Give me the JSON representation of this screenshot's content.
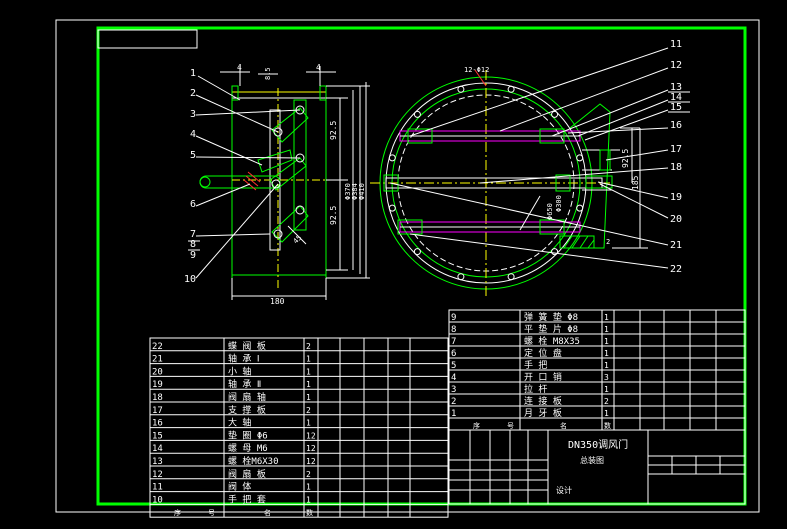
{
  "palette": {
    "background": "#000000",
    "border": "#00ff00",
    "lines": "#ffffff",
    "accent_yellow": "#ffff00",
    "accent_magenta": "#ff00ff",
    "accent_red": "#ff3030",
    "accent_green": "#00ff00"
  },
  "drawing": {
    "title": "DN350调风门",
    "subtitle": "总装图",
    "designer_label": "设计"
  },
  "side_view": {
    "dims": {
      "top_left": "4",
      "top_right": "4",
      "top_small": "8.5",
      "right_92_5_top": "92.5",
      "right_92_5_bot": "92.5",
      "dia_1": "Φ370",
      "dia_2": "Φ384",
      "dia_3": "Φ410",
      "bottom_width": "180",
      "angle": "45"
    }
  },
  "front_view": {
    "top_holes": "12-Φ12",
    "dim_92_5": "92.5",
    "dim_185": "185",
    "dim_650": "Φ650",
    "dim_300": "Φ300",
    "dim_2": "2"
  },
  "callouts_left": [
    "1",
    "2",
    "3",
    "4",
    "5",
    "6",
    "7",
    "8",
    "9",
    "10"
  ],
  "callouts_right": [
    "11",
    "12",
    "13",
    "14",
    "15",
    "16",
    "17",
    "18",
    "19",
    "20",
    "21",
    "22"
  ],
  "bom_left": {
    "rows": [
      {
        "no": "22",
        "name": "蝶 阀 板",
        "qty": "2"
      },
      {
        "no": "21",
        "name": "轴 承 Ⅰ",
        "qty": "1"
      },
      {
        "no": "20",
        "name": "小 轴",
        "qty": "1"
      },
      {
        "no": "19",
        "name": "轴 承 Ⅱ",
        "qty": "1"
      },
      {
        "no": "18",
        "name": "阀 扇 轴",
        "qty": "1"
      },
      {
        "no": "17",
        "name": "支 撑 板",
        "qty": "2"
      },
      {
        "no": "16",
        "name": "大 轴",
        "qty": "1"
      },
      {
        "no": "15",
        "name": "垫 圈 Φ6",
        "qty": "12"
      },
      {
        "no": "14",
        "name": "螺 母 M6",
        "qty": "12"
      },
      {
        "no": "13",
        "name": "螺 栓M6X30",
        "qty": "12"
      },
      {
        "no": "12",
        "name": "阀 扇 板",
        "qty": "2"
      },
      {
        "no": "11",
        "name": "阀 体",
        "qty": "1"
      },
      {
        "no": "10",
        "name": "手 把 套",
        "qty": "1"
      }
    ],
    "header": {
      "no": "序",
      "code": "号",
      "name": "名",
      "qty": "数"
    }
  },
  "bom_right": {
    "rows": [
      {
        "no": "9",
        "name": "弹 簧 垫 Φ8",
        "qty": "1"
      },
      {
        "no": "8",
        "name": "平 垫 片 Φ8",
        "qty": "1"
      },
      {
        "no": "7",
        "name": "螺 栓 M8X35",
        "qty": "1"
      },
      {
        "no": "6",
        "name": "定 位 盘",
        "qty": "1"
      },
      {
        "no": "5",
        "name": "手 把",
        "qty": "1"
      },
      {
        "no": "4",
        "name": "开 口 销",
        "qty": "3"
      },
      {
        "no": "3",
        "name": "拉 杆",
        "qty": "1"
      },
      {
        "no": "2",
        "name": "连 接 板",
        "qty": "2"
      },
      {
        "no": "1",
        "name": "月 牙 板",
        "qty": "1"
      }
    ],
    "header": {
      "no": "序",
      "code": "号",
      "name": "名",
      "qty": "数"
    }
  }
}
